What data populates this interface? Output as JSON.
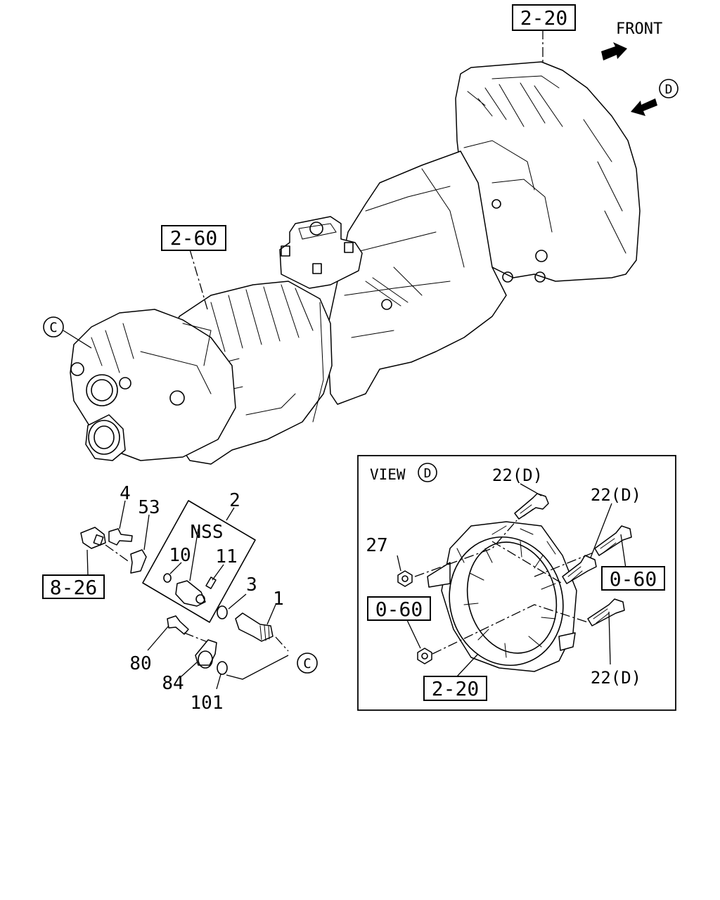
{
  "refs": {
    "ref_2_20_top": "2-20",
    "ref_2_60": "2-60",
    "ref_8_26": "8-26",
    "ref_0_60_right": "0-60",
    "ref_0_60_left": "0-60",
    "ref_2_20_view": "2-20"
  },
  "markers": {
    "front": "FRONT",
    "d": "D",
    "c": "C",
    "view": "VIEW"
  },
  "parts": {
    "p4": "4",
    "p53": "53",
    "p2": "2",
    "nss": "NSS",
    "p10": "10",
    "p11": "11",
    "p3": "3",
    "p1": "1",
    "p80": "80",
    "p84": "84",
    "p101": "101",
    "p27": "27",
    "p22d": "22(D)"
  }
}
